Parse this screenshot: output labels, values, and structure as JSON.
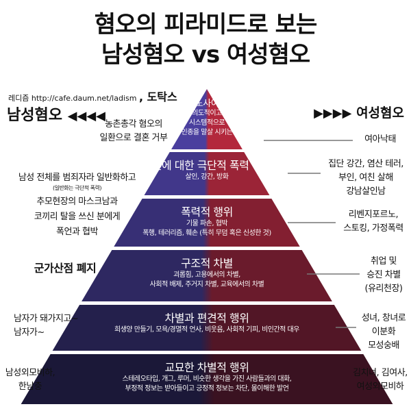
{
  "title": {
    "line1": "혐오의 피라미드로 보는",
    "line2": "남성혐오 vs 여성혐오"
  },
  "source": {
    "prefix": "레디즘 http://cafe.daum.net/ladism",
    "suffix": ", 도탁스"
  },
  "left_header": {
    "label": "남성혐오",
    "arrows": "◀◀◀◀"
  },
  "right_header": {
    "label": "여성혐오",
    "arrows": "▶▶▶▶"
  },
  "colors": {
    "left_top": "#4a3f9e",
    "right_top": "#b3283c",
    "left_bottom": "#1b1838",
    "right_bottom": "#3a1221"
  },
  "tiers": [
    {
      "title": "제노사이드",
      "desc": [
        "의도적이고",
        "시스템적으로",
        "한 인종을 말살 시키는 것"
      ]
    },
    {
      "title": "개인에 대한 극단적 폭력 행위",
      "desc": [
        "살인, 강간, 방화"
      ]
    },
    {
      "title": "폭력적 행위",
      "desc": [
        "기물 파손, 협박",
        "폭행, 테러리즘, 훼손 (특히 무덤 혹은 신성한 것)"
      ]
    },
    {
      "title": "구조적 차별",
      "desc": [
        "괴롭힘, 고용에서의 차별,",
        "사회적 배제, 주거지 차별, 교육에서의 차별"
      ]
    },
    {
      "title": "차별과 편견적 행위",
      "desc": [
        "희생양 만들기, 모욕/경멸적 언사, 비웃음, 사회적 기피, 비인간적 대우"
      ]
    },
    {
      "title": "교묘한 차별적 행위",
      "desc": [
        "스테레오타입, 개그, 루머, 비슷한 생각을 가진 사람들과의 대화,",
        "부정적 정보는 받아들이고 긍정적 정보는 차단, 몰이해한 발언"
      ]
    }
  ],
  "left_examples": [
    {
      "lines": [
        "농촌총각 혐오의",
        "일환으로 결혼 거부"
      ]
    },
    {
      "lines": [
        "남성 전체를 범죄자라 일반화하고"
      ],
      "note": "(일반화는 극단적 폭력)"
    },
    {
      "lines": [
        "추모현장의 마스크남과",
        "코끼리 탈을 쓰신 분에게",
        "폭언과 협박"
      ]
    },
    {
      "lines": [
        "군가산점 폐지"
      ]
    },
    {
      "lines": [
        "남자가 돼가지고~",
        "남자가~"
      ]
    },
    {
      "lines": [
        "남성외모비하,",
        "한남충"
      ]
    }
  ],
  "right_examples": [
    {
      "lines": [
        "여아낙태"
      ]
    },
    {
      "lines": [
        "집단 강간, 염산 테러,",
        "부인, 여친 살해",
        "강남살인남"
      ]
    },
    {
      "lines": [
        "리벤지포르노,",
        "스토킹, 가정폭력"
      ]
    },
    {
      "lines": [
        "취업 및",
        "승진 차별",
        "(유리천장)"
      ]
    },
    {
      "lines": [
        "성녀, 창녀로",
        "이분화",
        "모성숭배"
      ]
    },
    {
      "lines": [
        "김치녀, 김여사,",
        "여성외모비하"
      ]
    }
  ]
}
